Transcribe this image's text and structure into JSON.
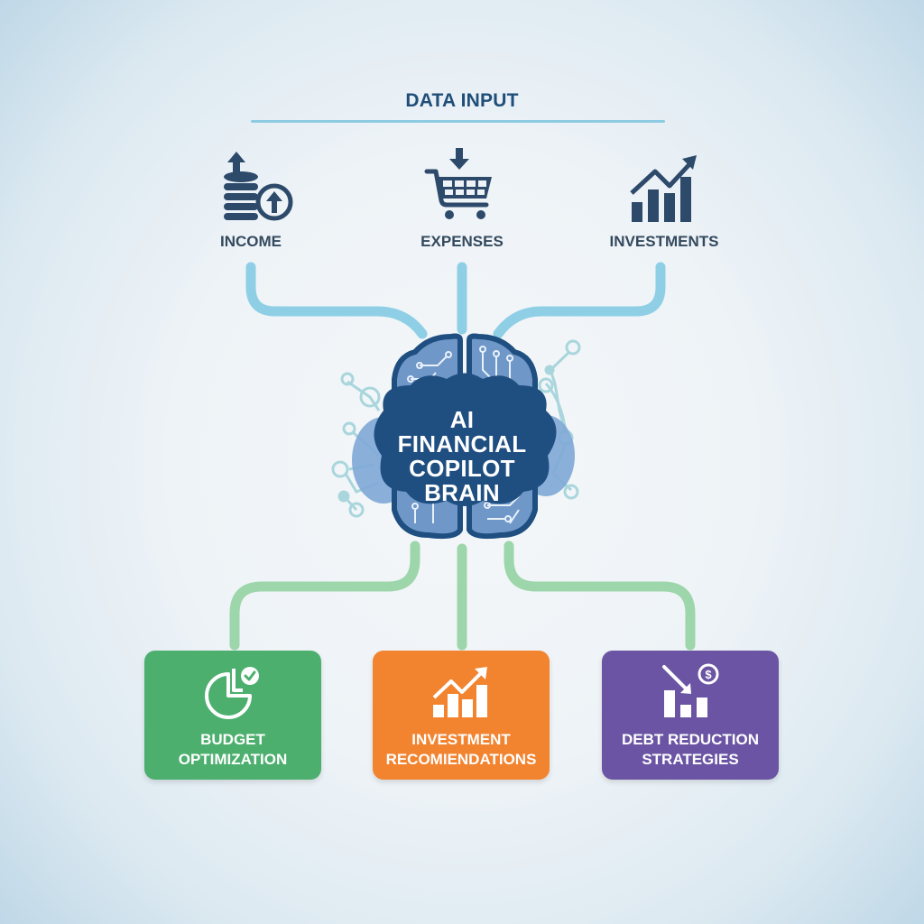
{
  "header": {
    "title": "DATA INPUT"
  },
  "inputs": [
    {
      "label": "INCOME",
      "icon": "coins-stack-up-arrow-icon"
    },
    {
      "label": "EXPENSES",
      "icon": "shopping-cart-down-arrow-icon"
    },
    {
      "label": "INVESTMENTS",
      "icon": "bar-chart-trend-up-icon"
    }
  ],
  "center": {
    "lines": [
      "AI",
      "FINANCIAL",
      "COPILOT",
      "BRAIN"
    ],
    "icon": "circuit-brain-icon"
  },
  "outputs": [
    {
      "lines": [
        "BUDGET",
        "OPTIMIZATION"
      ],
      "icon": "pie-chart-check-icon",
      "color": "#4caf6e"
    },
    {
      "lines": [
        "INVESTMENT",
        "RECOMIENDATIONS"
      ],
      "icon": "bar-chart-up-arrow-icon",
      "color": "#f2832f"
    },
    {
      "lines": [
        "DEBT REDUCTION",
        "STRATEGIES"
      ],
      "icon": "bar-chart-down-arrow-dollar-icon",
      "color": "#6a54a3"
    }
  ],
  "colors": {
    "title": "#1f4e79",
    "icon_dark": "#2d4a6b",
    "input_connector": "#8fcfe6",
    "output_connector": "#9dd6ab",
    "brain_dark": "#1f4e80",
    "brain_light": "#7ea8d6"
  }
}
